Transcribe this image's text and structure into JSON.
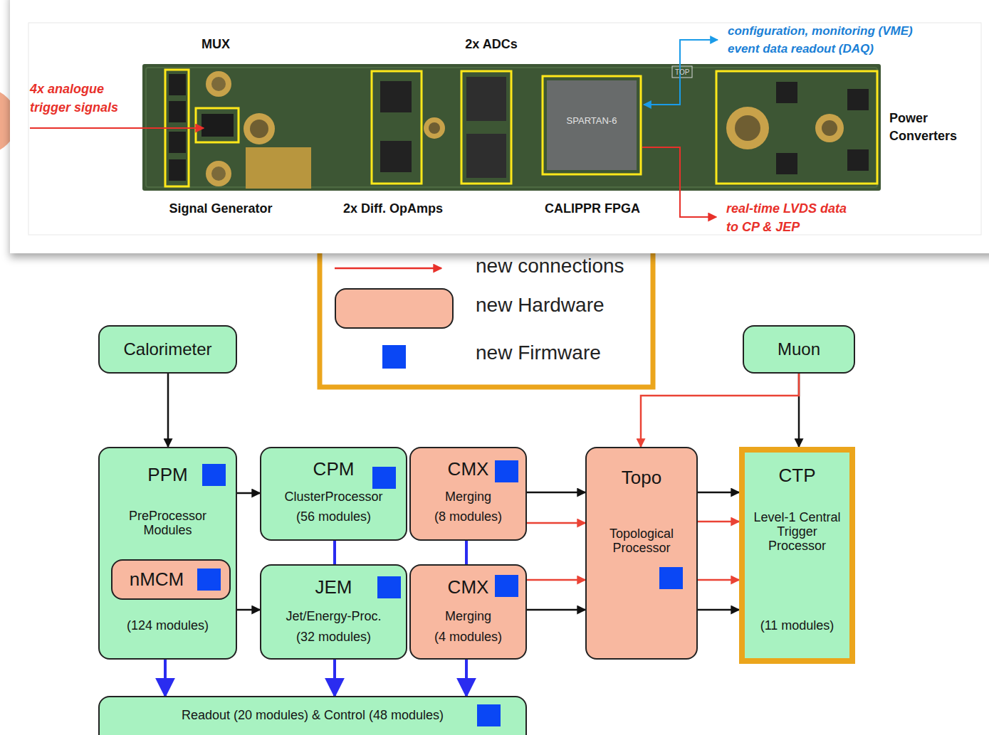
{
  "diagram": {
    "nodes": [
      {
        "text": [
          "Calorimeter"
        ]
      },
      {
        "text": [
          "Muon"
        ]
      },
      {
        "text": [
          "PPM",
          "PreProcessor Modules",
          "(124 modules)"
        ]
      },
      {
        "text": [
          "nMCM"
        ],
        "in": 2
      },
      {
        "text": [
          "CPM",
          "ClusterProcessor",
          "(56 modules)"
        ]
      },
      {
        "text": [
          "CMX",
          "Merging",
          "(8 modules)"
        ]
      },
      {
        "text": [
          "JEM",
          "Jet/Energy-Proc.",
          "(32 modules)"
        ]
      },
      {
        "text": [
          "CMX",
          "Merging",
          "(4 modules)"
        ]
      },
      {
        "text": [
          "Topo",
          "Topological Processor"
        ]
      },
      {
        "text": [
          "CTP",
          "Level-1 Central Trigger Processor",
          "(11 modules)"
        ]
      },
      {
        "text": [
          "Readout (20 modules) & Control (48 modules)"
        ]
      }
    ],
    "edges": [
      {
        "from": 0,
        "to": 2,
        "arrow": "to"
      },
      {
        "from": 1,
        "to": 9,
        "arrow": "to"
      },
      {
        "from": 2,
        "to": 4,
        "arrow": "to"
      },
      {
        "from": 2,
        "to": 6,
        "arrow": "to"
      },
      {
        "from": 4,
        "to": 6,
        "arrow": "none"
      },
      {
        "from": 5,
        "to": 7,
        "arrow": "none"
      },
      {
        "from": 5,
        "to": 8,
        "arrow": "to"
      },
      {
        "from": 5,
        "to": 8,
        "arrow": "to"
      },
      {
        "from": 7,
        "to": 8,
        "arrow": "to"
      },
      {
        "from": 7,
        "to": 8,
        "arrow": "to"
      },
      {
        "from": 8,
        "to": 9,
        "arrow": "to"
      },
      {
        "from": 8,
        "to": 9,
        "arrow": "to"
      },
      {
        "from": 8,
        "to": 9,
        "arrow": "to"
      },
      {
        "from": 8,
        "to": 9,
        "arrow": "to"
      },
      {
        "from": 1,
        "to": 8,
        "arrow": "to"
      },
      {
        "from": 2,
        "to": 10,
        "arrow": "to"
      },
      {
        "from": 6,
        "to": 10,
        "arrow": "to"
      },
      {
        "from": 7,
        "to": 10,
        "arrow": "to"
      }
    ],
    "labels": [
      "MUX",
      "2x ADCs",
      "configuration, monitoring (VME)",
      "event data readout (DAQ)",
      "4x analogue",
      "trigger signals",
      "SPARTAN-6",
      "TOP",
      "Power",
      "Converters",
      "Signal Generator",
      "2x Diff. OpAmps",
      "CALIPPR FPGA",
      "real-time LVDS data",
      "to CP & JEP"
    ],
    "legend": [
      {
        "text": "new connections"
      },
      {
        "text": "new Hardware",
        "color": "#f8b8a0"
      },
      {
        "text": "new Firmware",
        "color": "#0a47f5"
      }
    ]
  }
}
